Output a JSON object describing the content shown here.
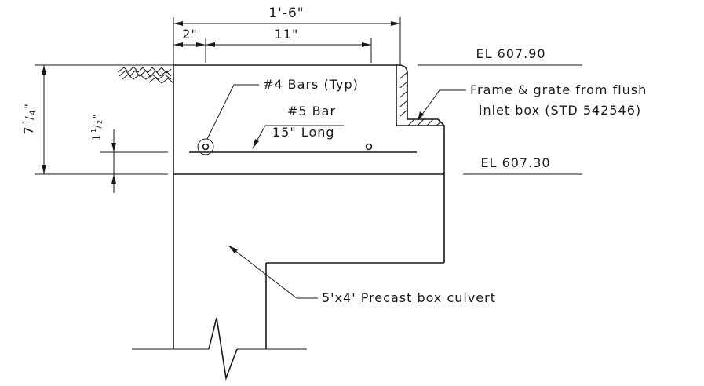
{
  "dimensions": {
    "overall_width": "1'-6\"",
    "cover": "2\"",
    "bar_length_span": "11\"",
    "depth_whole": "7",
    "depth_num": "1",
    "depth_den": "4",
    "depth_unit": "\"",
    "bar_cover_whole": "1",
    "bar_cover_num": "1",
    "bar_cover_den": "2",
    "bar_cover_unit": "\""
  },
  "elevations": {
    "top": "EL 607.90",
    "bottom": "EL 607.30"
  },
  "callouts": {
    "bars_typ": "#4 Bars (Typ)",
    "bar5_line1": "#5 Bar",
    "bar5_line2": "15\" Long",
    "frame_line1": "Frame & grate from flush",
    "frame_line2": "inlet box  (STD 542546)",
    "culvert": "5'x4' Precast box culvert"
  },
  "colors": {
    "ink": "#1a1a1a",
    "background": "#ffffff"
  }
}
